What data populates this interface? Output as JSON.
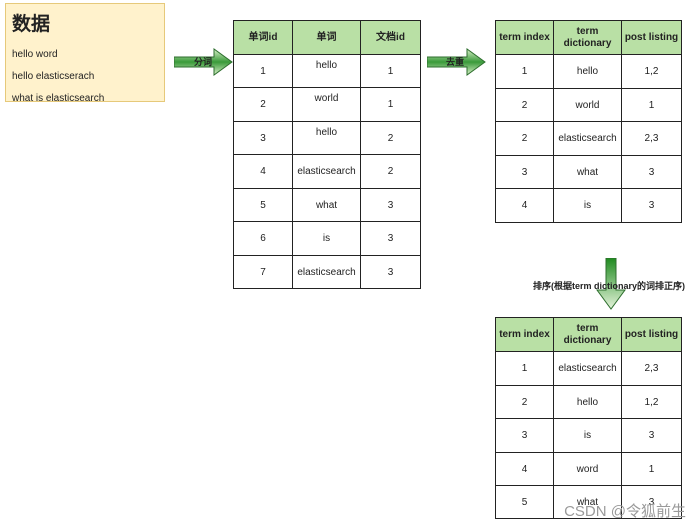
{
  "data_note": {
    "title": "数据",
    "lines": [
      "hello word",
      "hello elasticserach",
      "what is elasticsearch"
    ]
  },
  "tokenize_table": {
    "headers": [
      "单词id",
      "单词",
      "文档id"
    ],
    "rows": [
      [
        "1",
        "hello",
        "1"
      ],
      [
        "2",
        "world",
        "1"
      ],
      [
        "3",
        "hello",
        "2"
      ],
      [
        "4",
        "elasticsearch",
        "2"
      ],
      [
        "5",
        "what",
        "3"
      ],
      [
        "6",
        "is",
        "3"
      ],
      [
        "7",
        "elasticsearch",
        "3"
      ]
    ]
  },
  "dedup_table": {
    "headers": [
      "term index",
      "term dictionary",
      "post listing"
    ],
    "rows": [
      [
        "1",
        "hello",
        "1,2"
      ],
      [
        "2",
        "world",
        "1"
      ],
      [
        "2",
        "elasticsearch",
        "2,3"
      ],
      [
        "3",
        "what",
        "3"
      ],
      [
        "4",
        "is",
        "3"
      ]
    ]
  },
  "sorted_table": {
    "headers": [
      "term index",
      "term dictionary",
      "post listing"
    ],
    "rows": [
      [
        "1",
        "elasticsearch",
        "2,3"
      ],
      [
        "2",
        "hello",
        "1,2"
      ],
      [
        "3",
        "is",
        "3"
      ],
      [
        "4",
        "word",
        "1"
      ],
      [
        "5",
        "what",
        "3"
      ]
    ]
  },
  "arrows": {
    "tokenize_label": "分词",
    "dedup_label": "去重",
    "sort_label": "排序(根据term dictionary的词排正序)"
  },
  "watermark": "CSDN @令狐前生",
  "colors": {
    "header_fill": "#b9e0a5",
    "note_fill": "#fff2cc",
    "arrow_fill": "#3a9a3a"
  }
}
